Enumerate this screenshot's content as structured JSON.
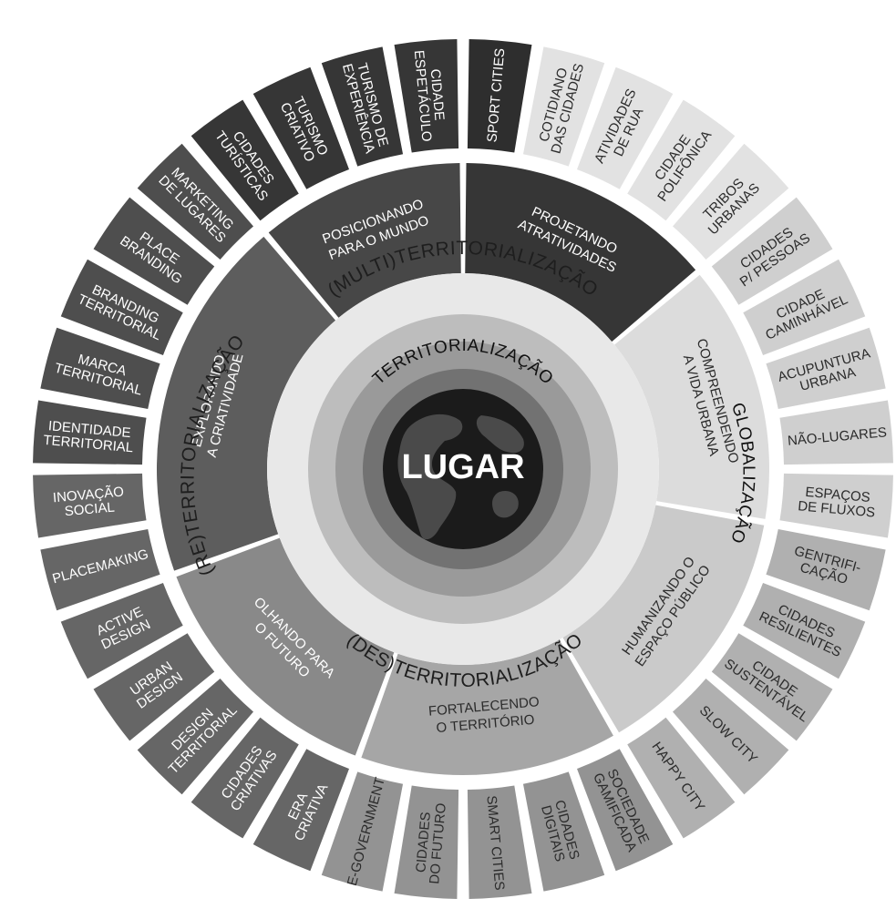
{
  "center": {
    "label": "LUGAR",
    "icon": "globe-icon"
  },
  "inner_rings": {
    "top": "TERRITORIALIZAÇÃO",
    "right": "GLOBALIZAÇÃO"
  },
  "middle_ring": {
    "multi": "(MULTI)TERRITORIALIZAÇÃO",
    "re": "(RE)TERRITORIALIZAÇÃO",
    "des": "(DES)TERRITORIALIZAÇÃO"
  },
  "sectors": [
    {
      "id": "projetando",
      "lines": [
        "PROJETANDO",
        "ATRATIVIDADES"
      ],
      "color": "#363636",
      "text_dark": false
    },
    {
      "id": "compreendendo",
      "lines": [
        "COMPREENDENDO",
        "A VIDA URBANA"
      ],
      "color": "#dcdcdc",
      "text_dark": true
    },
    {
      "id": "humanizando",
      "lines": [
        "HUMANIZANDO O",
        "ESPAÇO PÚBLICO"
      ],
      "color": "#cacaca",
      "text_dark": true
    },
    {
      "id": "fortalecendo",
      "lines": [
        "FORTALECENDO",
        "O TERRITÓRIO"
      ],
      "color": "#a6a6a6",
      "text_dark": true
    },
    {
      "id": "olhando",
      "lines": [
        "OLHANDO PARA",
        "O FUTURO"
      ],
      "color": "#898989",
      "text_dark": false
    },
    {
      "id": "explorando",
      "lines": [
        "EXPLORANDO",
        "A CRIATIVIDADE"
      ],
      "color": "#5d5d5d",
      "text_dark": false
    },
    {
      "id": "posicionando",
      "lines": [
        "POSICIONANDO",
        "PARA O MUNDO"
      ],
      "color": "#474747",
      "text_dark": false
    }
  ],
  "tiles": [
    {
      "lines": [
        "SPORT CITIES"
      ],
      "color": "#2e2e2e",
      "text_dark": false
    },
    {
      "lines": [
        "COTIDIANO",
        "DAS CIDADES"
      ],
      "color": "#e2e2e2",
      "text_dark": true
    },
    {
      "lines": [
        "ATIVIDADES",
        "DE RUA"
      ],
      "color": "#e2e2e2",
      "text_dark": true
    },
    {
      "lines": [
        "CIDADE",
        "POLIFÔNICA"
      ],
      "color": "#e2e2e2",
      "text_dark": true
    },
    {
      "lines": [
        "TRIBOS",
        "URBANAS"
      ],
      "color": "#e2e2e2",
      "text_dark": true
    },
    {
      "lines": [
        "CIDADES",
        "P/ PESSOAS"
      ],
      "color": "#cfcfcf",
      "text_dark": true
    },
    {
      "lines": [
        "CIDADE",
        "CAMINHÁVEL"
      ],
      "color": "#cfcfcf",
      "text_dark": true
    },
    {
      "lines": [
        "ACUPUNTURA",
        "URBANA"
      ],
      "color": "#cfcfcf",
      "text_dark": true
    },
    {
      "lines": [
        "NÃO-LUGARES"
      ],
      "color": "#cfcfcf",
      "text_dark": true
    },
    {
      "lines": [
        "ESPAÇOS",
        "DE FLUXOS"
      ],
      "color": "#cfcfcf",
      "text_dark": true
    },
    {
      "lines": [
        "GENTRIFI-",
        "CAÇÃO"
      ],
      "color": "#b0b0b0",
      "text_dark": true
    },
    {
      "lines": [
        "CIDADES",
        "RESILIENTES"
      ],
      "color": "#b0b0b0",
      "text_dark": true
    },
    {
      "lines": [
        "CIDADE",
        "SUSTENTÁVEL"
      ],
      "color": "#b0b0b0",
      "text_dark": true
    },
    {
      "lines": [
        "SLOW CITY"
      ],
      "color": "#b0b0b0",
      "text_dark": true
    },
    {
      "lines": [
        "HAPPY CITY"
      ],
      "color": "#b0b0b0",
      "text_dark": true
    },
    {
      "lines": [
        "SOCIEDADE",
        "GAMIFICADA"
      ],
      "color": "#939393",
      "text_dark": true
    },
    {
      "lines": [
        "CIDADES",
        "DIGITAIS"
      ],
      "color": "#939393",
      "text_dark": true
    },
    {
      "lines": [
        "SMART CITIES"
      ],
      "color": "#939393",
      "text_dark": true
    },
    {
      "lines": [
        "CIDADES",
        "DO FUTURO"
      ],
      "color": "#939393",
      "text_dark": true
    },
    {
      "lines": [
        "E-GOVERNMENT"
      ],
      "color": "#939393",
      "text_dark": true
    },
    {
      "lines": [
        "ERA",
        "CRIATIVA"
      ],
      "color": "#666666",
      "text_dark": false
    },
    {
      "lines": [
        "CIDADES",
        "CRIATIVAS"
      ],
      "color": "#666666",
      "text_dark": false
    },
    {
      "lines": [
        "DESIGN",
        "TERRITORIAL"
      ],
      "color": "#666666",
      "text_dark": false
    },
    {
      "lines": [
        "URBAN",
        "DESIGN"
      ],
      "color": "#666666",
      "text_dark": false
    },
    {
      "lines": [
        "ACTIVE",
        "DESIGN"
      ],
      "color": "#666666",
      "text_dark": false
    },
    {
      "lines": [
        "PLACEMAKING"
      ],
      "color": "#666666",
      "text_dark": false
    },
    {
      "lines": [
        "INOVAÇÃO",
        "SOCIAL"
      ],
      "color": "#666666",
      "text_dark": false
    },
    {
      "lines": [
        "IDENTIDADE",
        "TERRITORIAL"
      ],
      "color": "#4e4e4e",
      "text_dark": false
    },
    {
      "lines": [
        "MARCA",
        "TERRITORIAL"
      ],
      "color": "#4e4e4e",
      "text_dark": false
    },
    {
      "lines": [
        "BRANDING",
        "TERRITORIAL"
      ],
      "color": "#4e4e4e",
      "text_dark": false
    },
    {
      "lines": [
        "PLACE",
        "BRANDING"
      ],
      "color": "#4e4e4e",
      "text_dark": false
    },
    {
      "lines": [
        "MARKETING",
        "DE LUGARES"
      ],
      "color": "#4e4e4e",
      "text_dark": false
    },
    {
      "lines": [
        "CIDADES",
        "TURÍSTICAS"
      ],
      "color": "#363636",
      "text_dark": false
    },
    {
      "lines": [
        "TURISMO",
        "CRIATIVO"
      ],
      "color": "#363636",
      "text_dark": false
    },
    {
      "lines": [
        "TURISMO DE",
        "EXPERIÊNCIA"
      ],
      "color": "#363636",
      "text_dark": false
    },
    {
      "lines": [
        "CIDADE",
        "ESPETÁCULO"
      ],
      "color": "#363636",
      "text_dark": false
    }
  ]
}
